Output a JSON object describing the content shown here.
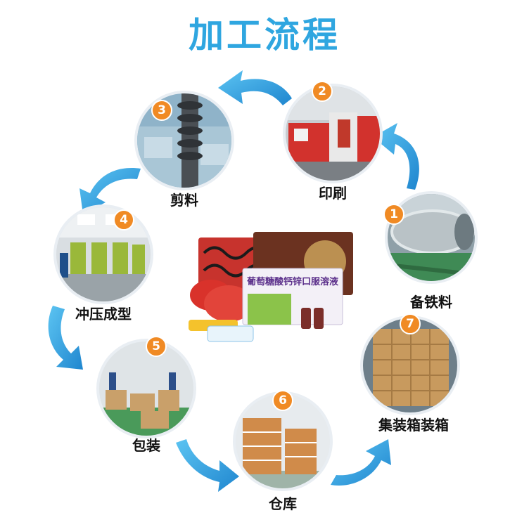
{
  "title": "加工流程",
  "colors": {
    "title": "#2fa6e0",
    "arrow": "#2b9fe0",
    "badge": "#f08a24",
    "ring": "#e9eef3"
  },
  "steps": [
    {
      "num": "1",
      "label": "备铁料"
    },
    {
      "num": "2",
      "label": "印刷"
    },
    {
      "num": "3",
      "label": "剪料"
    },
    {
      "num": "4",
      "label": "冲压成型"
    },
    {
      "num": "5",
      "label": "包装"
    },
    {
      "num": "6",
      "label": "仓库"
    },
    {
      "num": "7",
      "label": "集装箱装箱"
    }
  ],
  "center_product": {
    "box_text": "葡萄糖酸钙锌口服溶液"
  }
}
